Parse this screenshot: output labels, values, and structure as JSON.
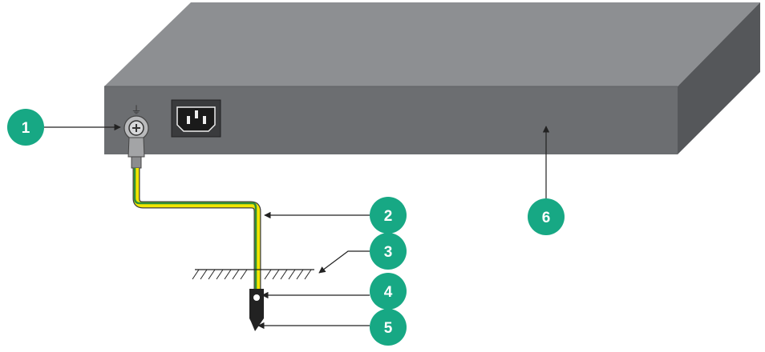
{
  "ground_symbol": "⏚",
  "callouts": [
    {
      "number": "1"
    },
    {
      "number": "2"
    },
    {
      "number": "3"
    },
    {
      "number": "4"
    },
    {
      "number": "5"
    },
    {
      "number": "6"
    }
  ],
  "colors": {
    "callout_fill": "#17a884",
    "chassis_top": "#8d8f92",
    "chassis_front": "#6c6e71",
    "chassis_side": "#55575a",
    "cable_yellow": "#f2e600",
    "cable_green": "#2f8f3a"
  }
}
